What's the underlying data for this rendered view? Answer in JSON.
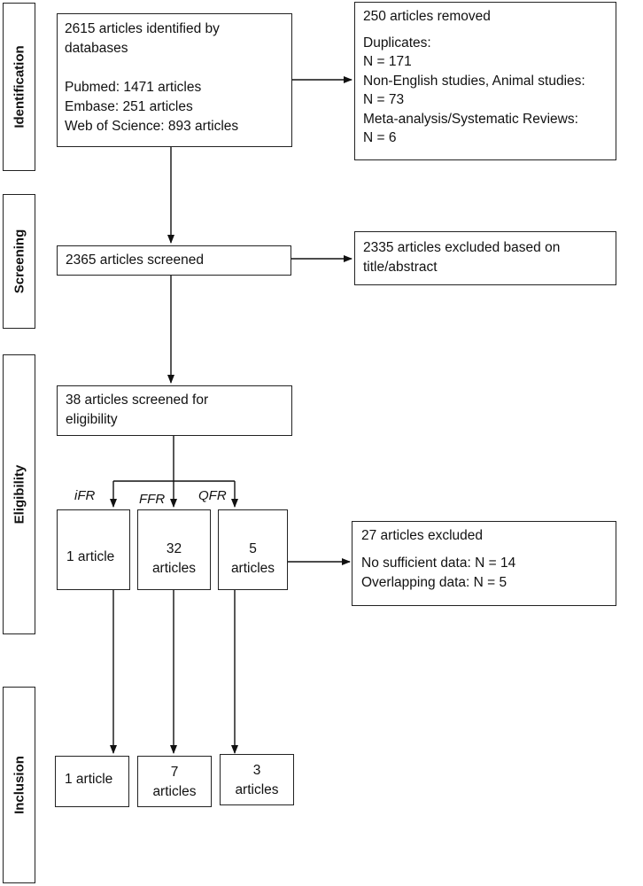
{
  "stages": {
    "identification": "Identification",
    "screening": "Screening",
    "eligibility": "Eligibility",
    "inclusion": "Inclusion"
  },
  "identified": {
    "line1": "2615 articles identified by",
    "line2": "databases",
    "line3": "Pubmed: 1471 articles",
    "line4": "Embase: 251 articles",
    "line5": "Web of Science: 893 articles"
  },
  "removed": {
    "title": "250 articles removed",
    "l1": "Duplicates:",
    "l2": "N = 171",
    "l3": "Non-English studies, Animal studies:",
    "l4": "N = 73",
    "l5": "Meta-analysis/Systematic Reviews:",
    "l6": "N = 6"
  },
  "screened": {
    "text": "2365 articles screened"
  },
  "excluded_title": {
    "l1": "2335 articles excluded based on",
    "l2": "title/abstract"
  },
  "eligibility_box": {
    "l1": "38 articles screened for",
    "l2": "eligibility"
  },
  "branches": {
    "ifr": "iFR",
    "ffr": "FFR",
    "qfr": "QFR"
  },
  "eligible": {
    "ifr": {
      "l1": "1 article"
    },
    "ffr": {
      "l1": "32",
      "l2": "articles"
    },
    "qfr": {
      "l1": "5",
      "l2": "articles"
    }
  },
  "excluded_full": {
    "title": "27 articles excluded",
    "l1": "No sufficient data: N = 14",
    "l2": "Overlapping data: N = 5"
  },
  "included": {
    "ifr": {
      "l1": "1 article"
    },
    "ffr": {
      "l1": "7",
      "l2": "articles"
    },
    "qfr": {
      "l1": "3",
      "l2": "articles"
    }
  }
}
